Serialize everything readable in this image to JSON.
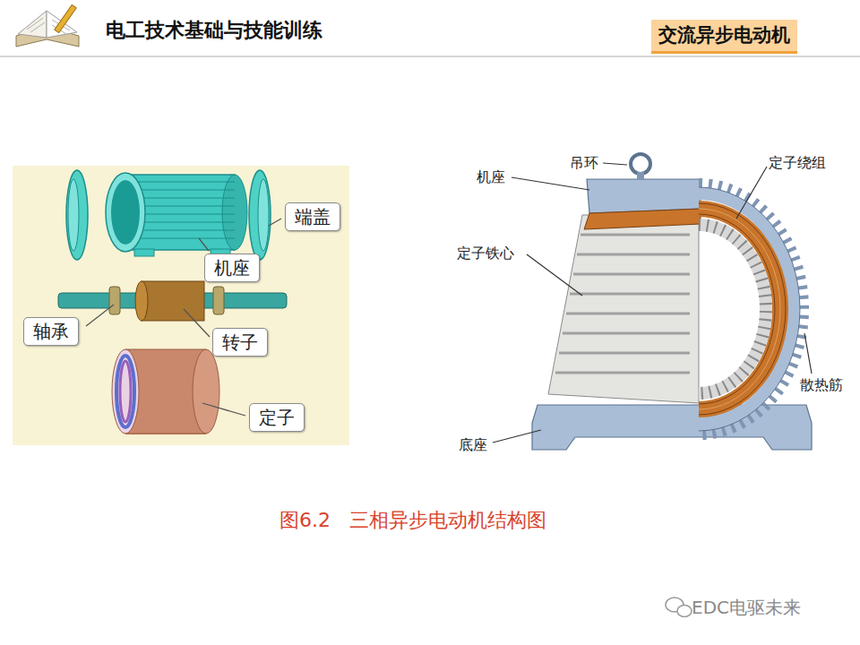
{
  "diagram": {
    "title": "电工技术基础与技能训练",
    "caption": "图6.2   三相异步电动机结构图",
    "nodes": [
      {
        "text": [
          "交流异步电动机"
        ]
      },
      {
        "text": [
          "端盖"
        ]
      },
      {
        "text": [
          "机座"
        ]
      },
      {
        "text": [
          "轴承"
        ]
      },
      {
        "text": [
          "转子"
        ]
      },
      {
        "text": [
          "定子"
        ]
      }
    ],
    "labels": [
      "吊环",
      "机座",
      "定子绕组",
      "定子铁心",
      "散热筋",
      "底座",
      "EDC电驱未来"
    ]
  }
}
